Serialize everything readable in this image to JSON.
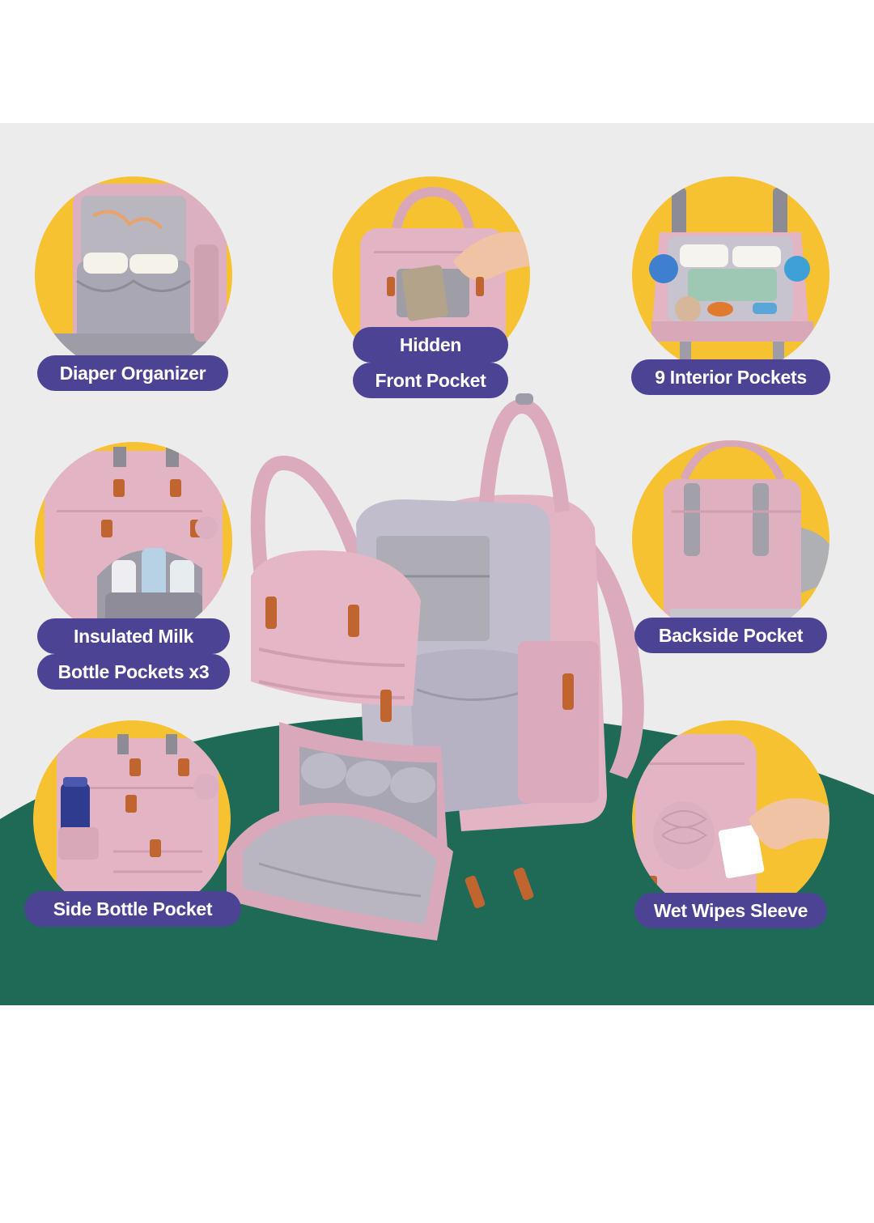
{
  "colors": {
    "background_top": "#ffffff",
    "panel": "#ececec",
    "circle_yellow": "#f7c232",
    "floor_green": "#1e6a57",
    "label_purple": "#4d4394",
    "bag_pink": "#e2b4c4",
    "leather_tan": "#c0652f",
    "lining_gray": "#bfbcc8"
  },
  "features": [
    {
      "name": "diaper-organizer",
      "lines": [
        "Diaper Organizer"
      ],
      "icon": "diaper-organizer-photo"
    },
    {
      "name": "hidden-front-pocket",
      "lines": [
        "Hidden",
        "Front Pocket"
      ],
      "icon": "front-pocket-photo"
    },
    {
      "name": "interior-pockets",
      "lines": [
        "9 Interior Pockets"
      ],
      "icon": "interior-pockets-photo"
    },
    {
      "name": "insulated-milk-bottle-pockets",
      "lines": [
        "Insulated Milk",
        "Bottle Pockets x3"
      ],
      "icon": "milk-bottle-pockets-photo"
    },
    {
      "name": "backside-pocket",
      "lines": [
        "Backside Pocket"
      ],
      "icon": "backside-pocket-photo"
    },
    {
      "name": "side-bottle-pocket",
      "lines": [
        "Side Bottle Pocket"
      ],
      "icon": "side-bottle-pocket-photo"
    },
    {
      "name": "wet-wipes-sleeve",
      "lines": [
        "Wet Wipes Sleeve"
      ],
      "icon": "wet-wipes-sleeve-photo"
    }
  ],
  "main_product": {
    "icon": "open-diaper-backpack-photo"
  }
}
